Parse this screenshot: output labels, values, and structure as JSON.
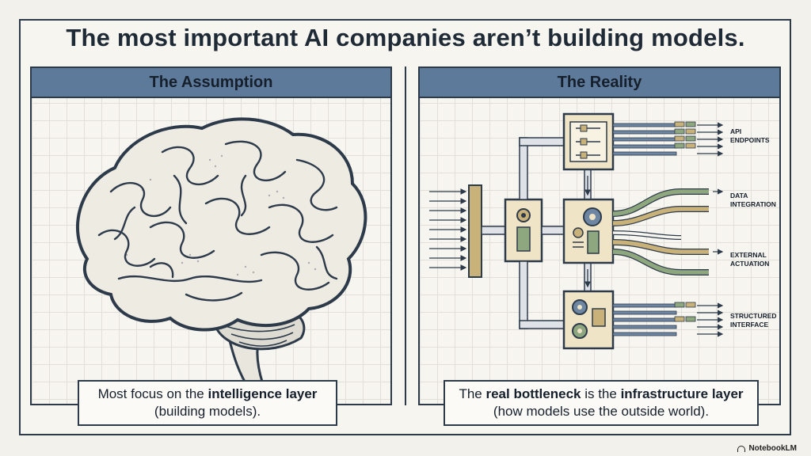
{
  "title": "The most important AI companies aren’t building models.",
  "left_panel": {
    "header": "The Assumption",
    "caption": {
      "line1_prefix": "Most focus on the ",
      "line1_bold": "intelligence layer",
      "line2": "(building models)."
    }
  },
  "right_panel": {
    "header": "The Reality",
    "caption": {
      "line1_prefix": "The ",
      "line1_bold1": "real bottleneck",
      "line1_mid": " is the ",
      "line1_bold2": "infrastructure layer",
      "line2": "(how models use the outside world)."
    },
    "outputs": {
      "api1": "API",
      "api2": "ENDPOINTS",
      "data1": "DATA",
      "data2": "INTEGRATION",
      "ext1": "EXTERNAL",
      "ext2": "ACTUATION",
      "str1": "STRUCTURED",
      "str2": "INTERFACE"
    }
  },
  "brand": "NotebookLM",
  "colors": {
    "header_blue": "#5e7a9a",
    "ink": "#2d3a4a",
    "gold": "#c9b27a",
    "green": "#8fa77e",
    "steel": "#6f86a3"
  }
}
